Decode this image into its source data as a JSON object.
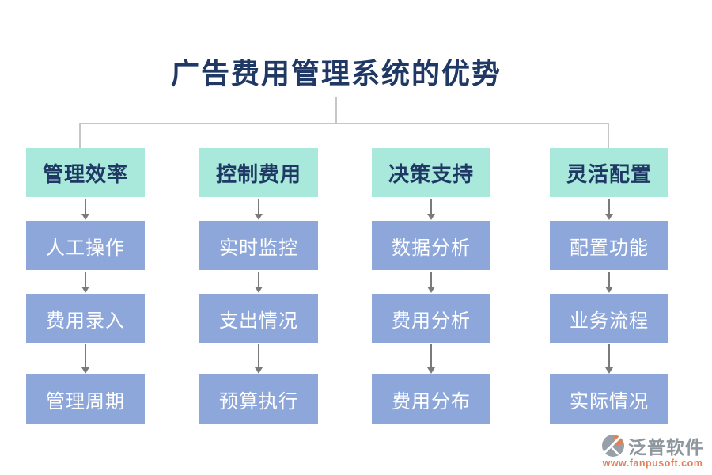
{
  "title": "广告费用管理系统的优势",
  "columns": [
    {
      "header": "管理效率",
      "items": [
        "人工操作",
        "费用录入",
        "管理周期"
      ]
    },
    {
      "header": "控制费用",
      "items": [
        "实时监控",
        "支出情况",
        "预算执行"
      ]
    },
    {
      "header": "决策支持",
      "items": [
        "数据分析",
        "费用分析",
        "费用分布"
      ]
    },
    {
      "header": "灵活配置",
      "items": [
        "配置功能",
        "业务流程",
        "实际情况"
      ]
    }
  ],
  "watermark": {
    "brand": "泛普软件",
    "url": "www.fanpusoft.com"
  },
  "colors": {
    "header_bg": "#a8e9db",
    "item_bg": "#8ea7db",
    "title_text": "#1f3864",
    "item_text": "#ffffff",
    "bracket_line": "#c6c6c6",
    "arrow": "#7a7a7a",
    "logo_gray": "#8e969e",
    "logo_orange": "#e2805a"
  }
}
